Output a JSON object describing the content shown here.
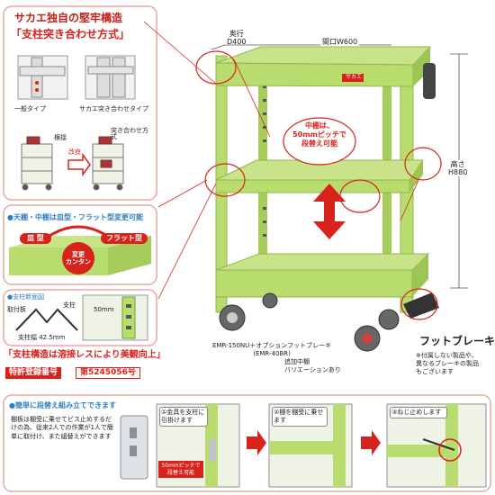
{
  "structure_box": {
    "title": "サカエ独自の堅牢構造",
    "subtitle": "「支柱突き合わせ方式」",
    "type_normal": "一般タイプ",
    "type_sakae": "サカエ突き合わせタイプ",
    "label_kyakka": "横揺",
    "label_kairyo": "改良",
    "label_tsukiawase": "突き合わせ方式"
  },
  "shelf_box": {
    "heading": "●天棚・中棚は皿型・フラット型変更可能",
    "sara": "皿 型",
    "flat": "フラット型",
    "change": "変更\nカンタン"
  },
  "pillar_box": {
    "heading": "●支柱断面図",
    "torikuchi": "取付板",
    "shichu": "支柱",
    "dim_width": "支柱幅 42.5mm",
    "dim_pitch": "50mm"
  },
  "weld_banner": "「支柱構造は溶接レスにより美観向上」",
  "patent": {
    "label": "特許登録番号",
    "number": "第5245056号"
  },
  "product": {
    "depth_label": "奥行\nD400",
    "width_label": "間口W600",
    "height_label": "高さ\nH880",
    "middle_shelf_note": "中棚は、\n50mmピッチで\n段替え可能",
    "model": "EMR-150NU＋オプションフットブレーキ\n(EMR-40BR)",
    "variation_note": "追加中棚\nバリエーションあり",
    "foot_brake": "フットブレーキ",
    "brake_note": "※付属しない製品や、\n異なるブレーキの製品\nもございます",
    "brand": "サカエ"
  },
  "steps_box": {
    "heading": "●簡単に段替え組み立てできます",
    "description": "棚板は棚受に乗せてビス止めするだけの為、従来2人での作業が1人で簡単に取付け、また組替えができます",
    "step1": "①金具を支柱に引掛けます",
    "step2": "②棚を棚受に乗せます",
    "step3": "③ねじ止めします",
    "pitch_badge": "50mmピッチで段替え可能"
  },
  "colors": {
    "cart_green": "#b9dc6e",
    "cart_dark": "#8fb84a",
    "accent_red": "#d8231c",
    "label_blue": "#2f7fc4",
    "border_pink": "#e8a8a0"
  }
}
